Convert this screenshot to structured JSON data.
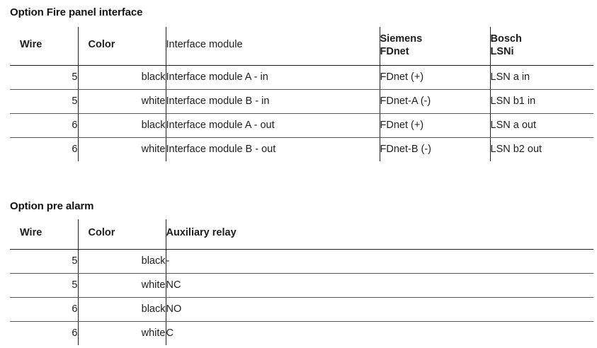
{
  "colors": {
    "background": "#ffffff",
    "text": "#1d1d1a",
    "heading": "#131313",
    "rule_strong": "#202020",
    "rule_light": "#5a5a5a"
  },
  "sections": [
    {
      "id": "fire-panel-interface",
      "title": "Option Fire panel interface",
      "table": {
        "headers": [
          {
            "label": "Wire",
            "bold": true
          },
          {
            "label": "Color",
            "bold": true
          },
          {
            "label": "Interface module",
            "bold": false
          },
          {
            "label": "Siemens\nFDnet",
            "bold": true
          },
          {
            "label": "Bosch\nLSNi",
            "bold": true
          }
        ],
        "rows": [
          {
            "wire": "5",
            "color": "black",
            "module": "Interface module A - in",
            "siemens": "FDnet (+)",
            "bosch": "LSN a in"
          },
          {
            "wire": "5",
            "color": "white",
            "module": "Interface module B - in",
            "siemens": "FDnet-A (-)",
            "bosch": "LSN b1 in"
          },
          {
            "wire": "6",
            "color": "black",
            "module": "Interface module A - out",
            "siemens": "FDnet (+)",
            "bosch": "LSN a out"
          },
          {
            "wire": "6",
            "color": "white",
            "module": "Interface module B - out",
            "siemens": "FDnet-B (-)",
            "bosch": "LSN b2 out"
          }
        ]
      }
    },
    {
      "id": "pre-alarm",
      "title": "Option pre alarm",
      "table": {
        "headers": [
          {
            "label": "Wire",
            "bold": true
          },
          {
            "label": "Color",
            "bold": true
          },
          {
            "label": "Auxiliary relay",
            "bold": true
          }
        ],
        "rows": [
          {
            "wire": "5",
            "color": "black",
            "relay": "-"
          },
          {
            "wire": "5",
            "color": "white",
            "relay": "NC"
          },
          {
            "wire": "6",
            "color": "black",
            "relay": "NO"
          },
          {
            "wire": "6",
            "color": "white",
            "relay": "C"
          }
        ]
      }
    }
  ]
}
